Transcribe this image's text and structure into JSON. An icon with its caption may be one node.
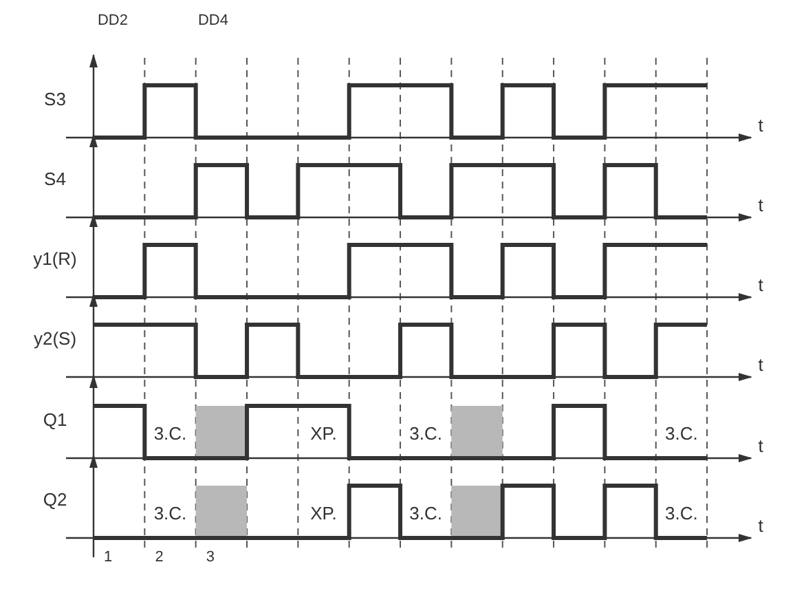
{
  "diagram": {
    "labels": [
      "DD2",
      "DD4",
      "S3",
      "t",
      "S4",
      "t",
      "y1(R)",
      "t",
      "y2(S)",
      "t",
      "Q1",
      "3.C.",
      "XP.",
      "3.C.",
      "3.C.",
      "t",
      "Q2",
      "3.C.",
      "XP.",
      "3.C.",
      "3.C.",
      "t",
      "1",
      "2",
      "3"
    ]
  }
}
